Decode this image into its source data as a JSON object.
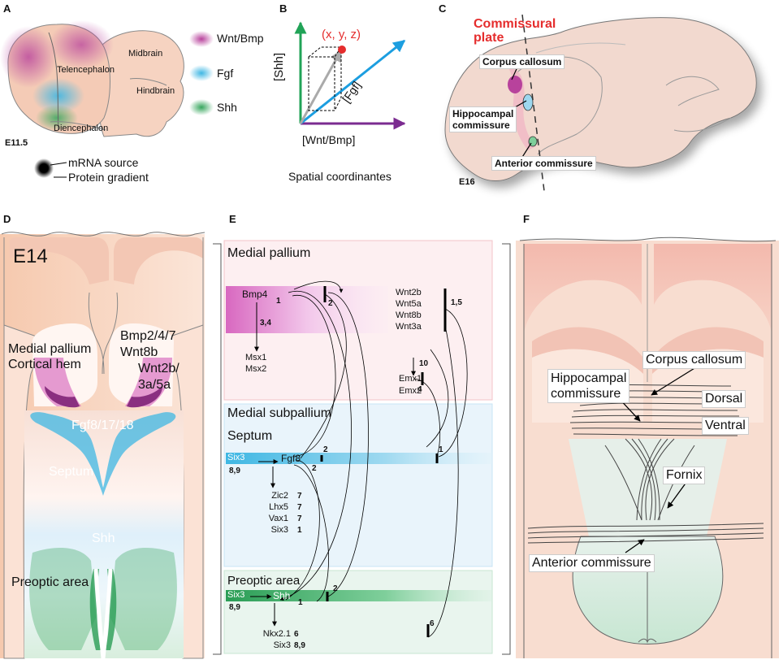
{
  "panels": {
    "A": {
      "letter": "A",
      "stage": "E11.5",
      "regions": {
        "telencephalon": "Telencephalon",
        "midbrain": "Midbrain",
        "hindbrain": "Hindbrain",
        "diencephalon": "Diencephalon"
      },
      "legend": [
        {
          "label": "Wnt/Bmp",
          "color": "#b8429c"
        },
        {
          "label": "Fgf",
          "color": "#3fb7e3"
        },
        {
          "label": "Shh",
          "color": "#36a65d"
        }
      ],
      "key": {
        "mrna": "mRNA source",
        "protein": "Protein gradient"
      }
    },
    "B": {
      "letter": "B",
      "point": "(x, y, z)",
      "axis_y": "[Shh]",
      "axis_diag": "[Fgf]",
      "axis_x": "[Wnt/Bmp]",
      "caption": "Spatial coordinantes"
    },
    "C": {
      "letter": "C",
      "title_line1": "Commissural",
      "title_line2": "plate",
      "corpus": "Corpus callosum",
      "hippo_line1": "Hippocampal",
      "hippo_line2": "commissure",
      "anterior": "Anterior commissure",
      "stage": "E16"
    },
    "D": {
      "letter": "D",
      "stage": "E14",
      "medial_line1": "Medial pallium",
      "medial_line2": "Cortical hem",
      "bmp_line1": "Bmp2/4/7",
      "bmp_line2": "Wnt8b",
      "bmp_line3": "Wnt2b/",
      "bmp_line4": "3a/5a",
      "fgf": "Fgf8/17/18",
      "septum": "Septum",
      "shh": "Shh",
      "preoptic": "Preoptic area"
    },
    "E": {
      "letter": "E",
      "medial_pallium": "Medial pallium",
      "bmp4": "Bmp4",
      "n1a": "1",
      "n2a": "2",
      "n34": "3,4",
      "msx1": "Msx1",
      "msx2": "Msx2",
      "wnts": [
        "Wnt2b",
        "Wnt5a",
        "Wnt8b",
        "Wnt3a"
      ],
      "n15": "1,5",
      "n10": "10",
      "emx1": "Emx1",
      "emx2": "Emx2",
      "n4": "4",
      "medial_subpallium": "Medial subpallium",
      "septum": "Septum",
      "six3a": "Six3",
      "n89a": "8,9",
      "fgf8": "Fgf8",
      "n2b": "2",
      "n2c": "2",
      "n1b": "1",
      "targets": [
        {
          "g": "Zic2",
          "n": "7"
        },
        {
          "g": "Lhx5",
          "n": "7"
        },
        {
          "g": "Vax1",
          "n": "7"
        },
        {
          "g": "Six3",
          "n": "1"
        }
      ],
      "preoptic": "Preoptic area",
      "six3b": "Six3",
      "n89b": "8,9",
      "shh": "Shh",
      "n1c": "1",
      "n2d": "2",
      "nkx": "Nkx2.1",
      "n6a": "6",
      "six3c": "Six3",
      "n89c": "8,9",
      "n6b": "6"
    },
    "F": {
      "letter": "F",
      "corpus": "Corpus callosum",
      "hippo_line1": "Hippocampal",
      "hippo_line2": "commissure",
      "dorsal": "Dorsal",
      "ventral": "Ventral",
      "fornix": "Fornix",
      "anterior": "Anterior commissure"
    }
  }
}
